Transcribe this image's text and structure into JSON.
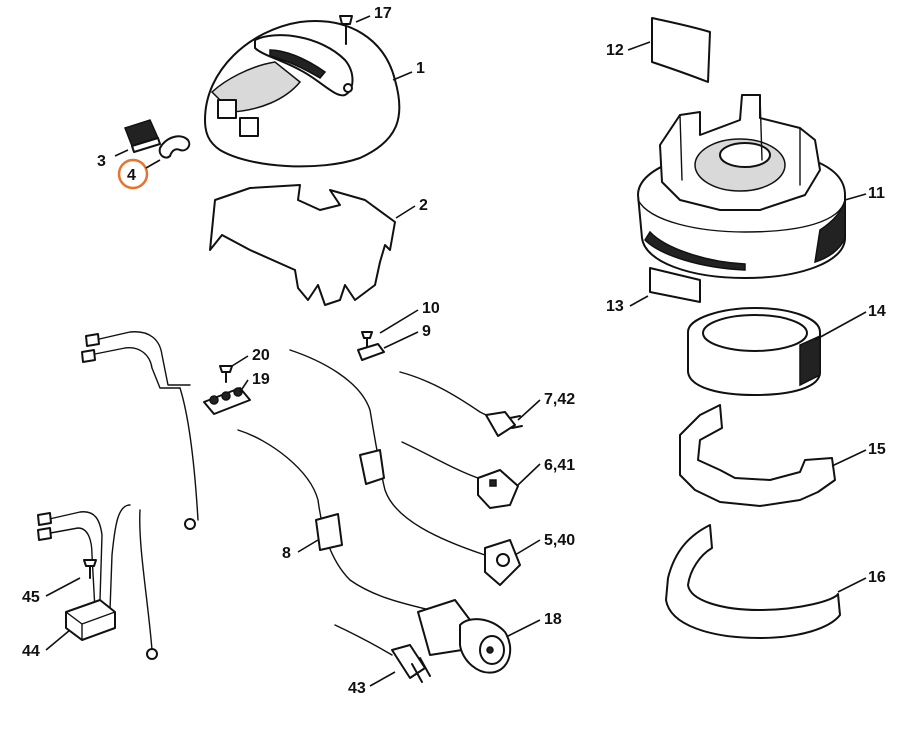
{
  "diagram": {
    "highlight_color": "#e8732c",
    "labels": {
      "l1": "1",
      "l2": "2",
      "l3": "3",
      "l4": "4",
      "l5": "5,40",
      "l6": "6,41",
      "l7": "7,42",
      "l8": "8",
      "l9": "9",
      "l10": "10",
      "l11": "11",
      "l12": "12",
      "l13": "13",
      "l14": "14",
      "l15": "15",
      "l16": "16",
      "l17": "17",
      "l18": "18",
      "l19": "19",
      "l20": "20",
      "l43": "43",
      "l44": "44",
      "l45": "45"
    }
  }
}
